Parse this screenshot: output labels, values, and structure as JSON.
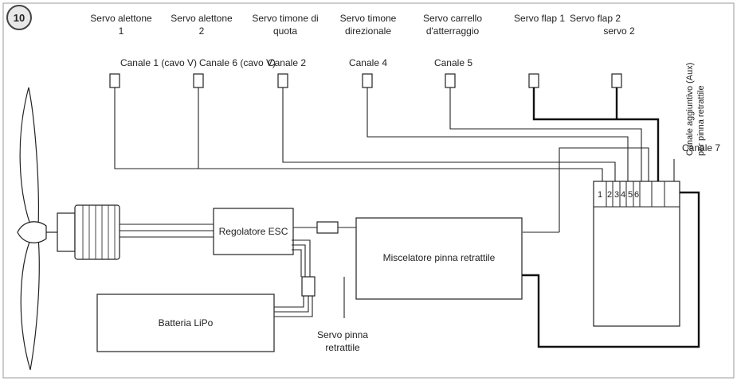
{
  "figure": {
    "number": "10"
  },
  "servos": [
    {
      "line1": "Servo alettone",
      "line2": "1",
      "channel": "Canale 1 (cavo V)"
    },
    {
      "line1": "Servo alettone",
      "line2": "2",
      "channel": "Canale 6 (cavo V)"
    },
    {
      "line1": "Servo timone di",
      "line2": "quota",
      "channel": "Canale 2"
    },
    {
      "line1": "Servo timone",
      "line2": "direzionale",
      "channel": "Canale 4"
    },
    {
      "line1": "Servo carrello",
      "line2": "d'atterraggio",
      "channel": "Canale 5"
    },
    {
      "line1": "Servo flap 1",
      "line2": "",
      "channel": ""
    },
    {
      "line1": "Servo flap 2",
      "line2": "servo 2",
      "channel": ""
    }
  ],
  "aux": {
    "line1": "Canale aggiuntivo (Aux)",
    "line2": "per pinna retrattile"
  },
  "channel7": "Canale 7",
  "receiver": {
    "slots": [
      "1",
      "2",
      "3",
      "4",
      "5",
      "6",
      "",
      ""
    ]
  },
  "esc": {
    "label": "Regolatore ESC"
  },
  "mixer": {
    "label": "Miscelatore pinna retrattile"
  },
  "battery": {
    "label": "Batteria LiPo"
  },
  "fin_servo": {
    "line1": "Servo pinna",
    "line2": "retrattile"
  }
}
